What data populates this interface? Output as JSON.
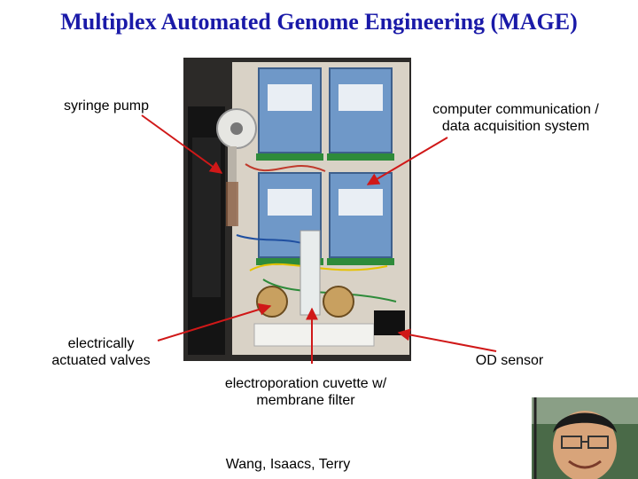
{
  "title": "Multiplex Automated Genome Engineering (MAGE)",
  "labels": {
    "syringe_pump": "syringe pump",
    "computer_line1": "computer communication /",
    "computer_line2": "data acquisition system",
    "valves_line1": "electrically",
    "valves_line2": "actuated valves",
    "od_sensor": "OD sensor",
    "cuvette_line1": "electroporation cuvette w/",
    "cuvette_line2": "membrane filter",
    "credits": "Wang, Isaacs, Terry"
  },
  "colors": {
    "title": "#1a1aa8",
    "arrow": "#d01818"
  },
  "images": {
    "device_photo": "photo of MAGE apparatus with syringe pump, blue data acquisition modules, valves and cuvette",
    "person_photo": "photo of smiling researcher"
  }
}
